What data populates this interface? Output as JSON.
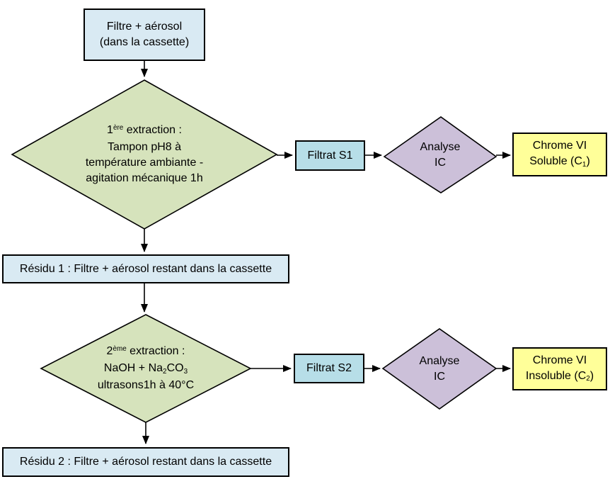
{
  "colors": {
    "box_blue_light": "#d9eaf3",
    "box_blue": "#b7dee8",
    "diamond_green": "#d6e3bc",
    "diamond_purple": "#ccc0d9",
    "box_yellow": "#ffff99",
    "border": "#000000",
    "arrow": "#000000"
  },
  "nodes": {
    "start": {
      "line1": "Filtre + aérosol",
      "line2": "(dans la cassette)"
    },
    "extraction1": {
      "num": "1",
      "ordinal": "ère",
      "rest": " extraction :",
      "line2": "Tampon pH8 à",
      "line3": "température ambiante -",
      "line4": "agitation mécanique 1h"
    },
    "filtrat1": {
      "label": "Filtrat S1"
    },
    "analyse1": {
      "line1": "Analyse",
      "line2": "IC"
    },
    "chrome1": {
      "line1": "Chrome VI",
      "line2_pre": "Soluble (C",
      "line2_sub": "1",
      "line2_post": ")"
    },
    "residu1": {
      "label": "Résidu 1 : Filtre + aérosol restant dans la cassette"
    },
    "extraction2": {
      "num": "2",
      "ordinal": "ème",
      "rest": " extraction :",
      "line2_pre": "NaOH + Na",
      "line2_sub1": "2",
      "line2_mid": "CO",
      "line2_sub2": "3",
      "line3": "ultrasons1h à 40°C"
    },
    "filtrat2": {
      "label": "Filtrat S2"
    },
    "analyse2": {
      "line1": "Analyse",
      "line2": "IC"
    },
    "chrome2": {
      "line1": "Chrome VI",
      "line2_pre": "Insoluble (C",
      "line2_sub": "2",
      "line2_post": ")"
    },
    "residu2": {
      "label": "Résidu 2 : Filtre + aérosol restant dans la cassette"
    }
  }
}
